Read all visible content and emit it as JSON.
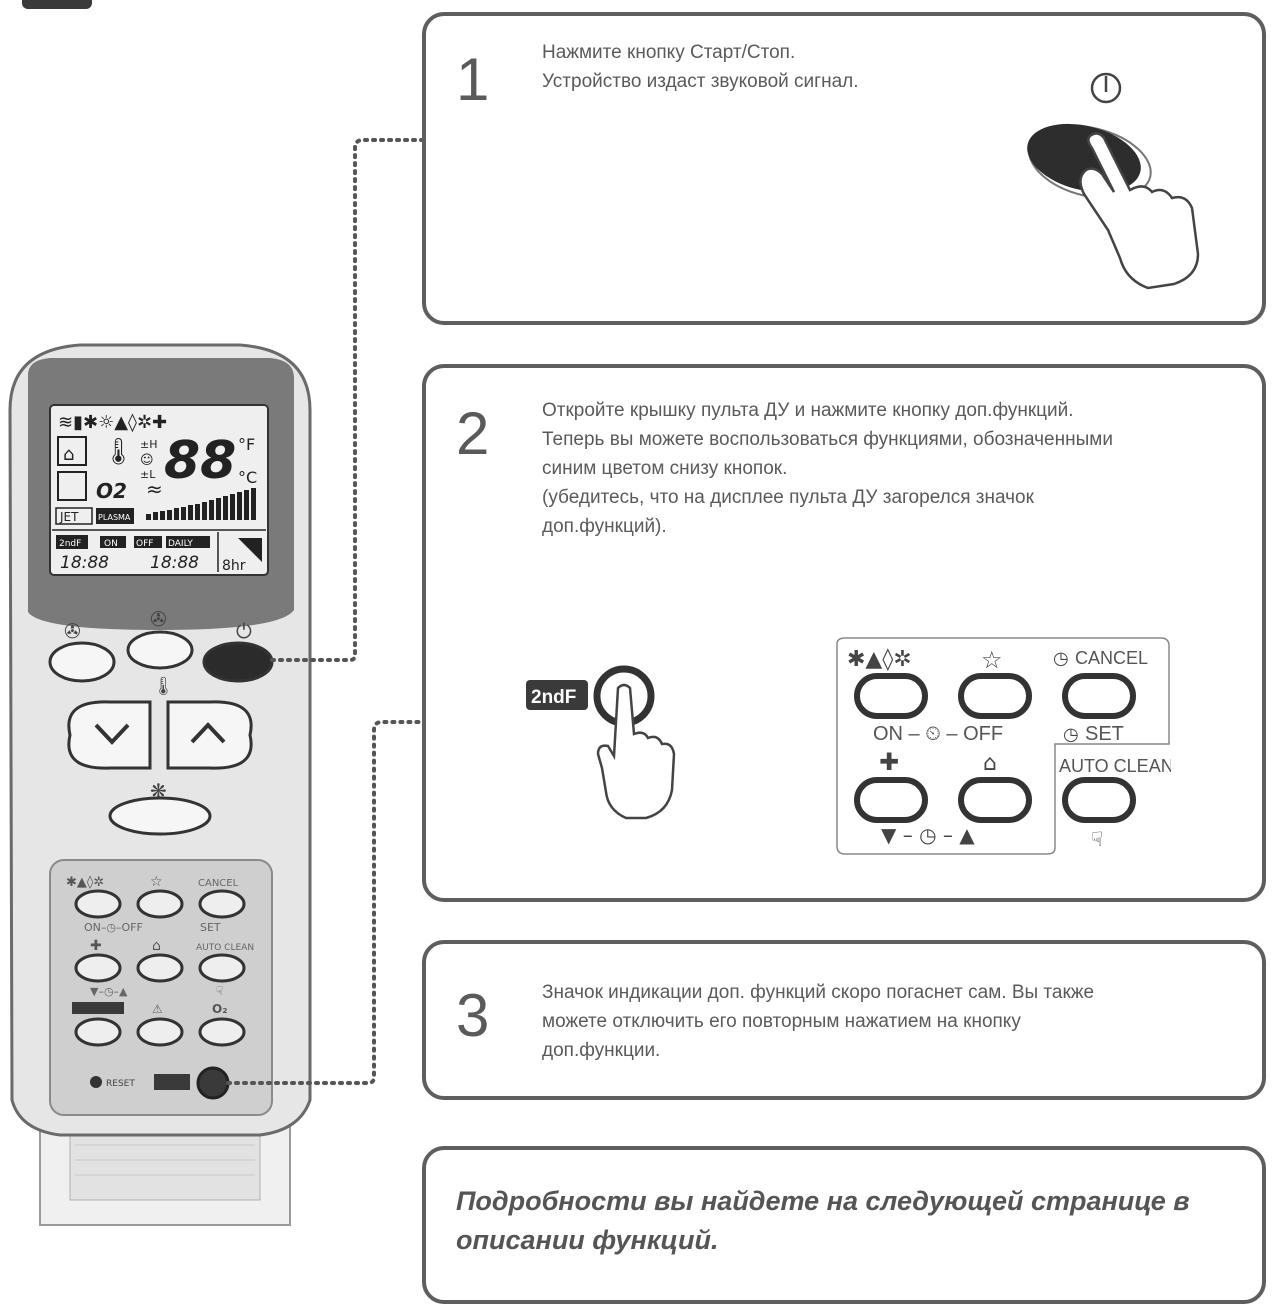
{
  "steps": [
    {
      "number": "1",
      "lines": [
        "Нажмите кнопку Старт/Стоп.",
        "Устройство издаст звуковой сигнал."
      ]
    },
    {
      "number": "2",
      "lines": [
        "Откройте крышку пульта ДУ и нажмите кнопку доп.функций.",
        "Теперь вы можете воспользоваться функциями, обозначенными",
        "синим цветом снизу кнопок.",
        "(убедитесь, что на дисплее пульта ДУ загорелся значок",
        "доп.функций)."
      ]
    },
    {
      "number": "3",
      "lines": [
        "Значок индикации доп. функций скоро погаснет сам. Вы также",
        "можете отключить его повторным нажатием на кнопку",
        "доп.функции."
      ]
    }
  ],
  "note": {
    "lines": [
      "Подробности вы найдете на следующей странице в",
      "описании функций."
    ]
  },
  "keypad": {
    "cancel": "CANCEL",
    "on_off": "ON – ⏲ – OFF",
    "set": "SET",
    "auto_clean": "AUTO CLEAN",
    "second_f": "2ndF"
  },
  "remote_display": {
    "temp_digits": "88",
    "unit_f": "°F",
    "unit_c": "°C",
    "jet": "JET",
    "plasma": "PLASMA",
    "second_f": "2ndF",
    "on": "ON",
    "off": "OFF",
    "daily": "DAILY",
    "time_left": "18:88",
    "time_right": "18:88",
    "hr": "8hr",
    "o2": "O2",
    "reset": "RESET",
    "cancel": "CANCEL",
    "set": "SET",
    "auto_clean": "AUTO CLEAN"
  },
  "colors": {
    "border": "#5e5e5e",
    "button_dark": "#2b2b2b",
    "lcd": "#eeeeee",
    "remote_body": "#e6e6e6"
  }
}
